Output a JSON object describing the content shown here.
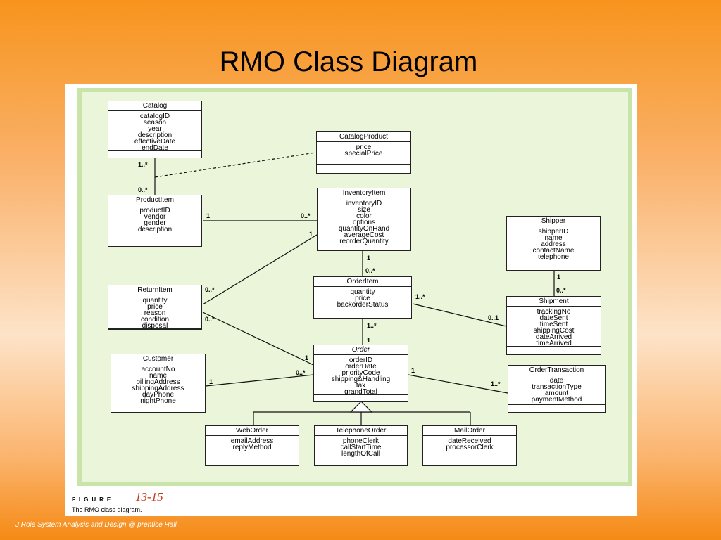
{
  "slide": {
    "title": "RMO Class Diagram",
    "footer": "J Roie System Analysis and Design @ prentice Hall"
  },
  "figure": {
    "label": "FIGURE",
    "number": "13-15",
    "caption": "The RMO class diagram."
  },
  "classes": {
    "catalog": {
      "name": "Catalog",
      "attributes": [
        "catalogID",
        "season",
        "year",
        "description",
        "effectiveDate",
        "endDate"
      ]
    },
    "catalog_product": {
      "name": "CatalogProduct",
      "attributes": [
        "price",
        "specialPrice"
      ]
    },
    "product_item": {
      "name": "ProductItem",
      "attributes": [
        "productID",
        "vendor",
        "gender",
        "description"
      ]
    },
    "inventory_item": {
      "name": "InventoryItem",
      "attributes": [
        "inventoryID",
        "size",
        "color",
        "options",
        "quantityOnHand",
        "averageCost",
        "reorderQuantity"
      ]
    },
    "shipper": {
      "name": "Shipper",
      "attributes": [
        "shipperID",
        "name",
        "address",
        "contactName",
        "telephone"
      ]
    },
    "return_item": {
      "name": "ReturnItem",
      "attributes": [
        "quantity",
        "price",
        "reason",
        "condition",
        "disposal"
      ]
    },
    "order_item": {
      "name": "OrderItem",
      "attributes": [
        "quantity",
        "price",
        "backorderStatus"
      ]
    },
    "shipment": {
      "name": "Shipment",
      "attributes": [
        "trackingNo",
        "dateSent",
        "timeSent",
        "shippingCost",
        "dateArrived",
        "timeArrived"
      ]
    },
    "customer": {
      "name": "Customer",
      "attributes": [
        "accountNo",
        "name",
        "billingAddress",
        "shippingAddress",
        "dayPhone",
        "nightPhone"
      ]
    },
    "order": {
      "name": "Order",
      "attributes": [
        "orderID",
        "orderDate",
        "priorityCode",
        "shipping&Handling",
        "tax",
        "grandTotal"
      ]
    },
    "order_transaction": {
      "name": "OrderTransaction",
      "attributes": [
        "date",
        "transactionType",
        "amount",
        "paymentMethod"
      ]
    },
    "web_order": {
      "name": "WebOrder",
      "attributes": [
        "emailAddress",
        "replyMethod"
      ]
    },
    "telephone_order": {
      "name": "TelephoneOrder",
      "attributes": [
        "phoneClerk",
        "callStartTime",
        "lengthOfCall"
      ]
    },
    "mail_order": {
      "name": "MailOrder",
      "attributes": [
        "dateReceived",
        "processorClerk"
      ]
    }
  },
  "multiplicities": {
    "catalog_product_item_top": "1..*",
    "catalog_product_item_bottom": "0..*",
    "product_inventory_left": "1",
    "product_inventory_right": "0..*",
    "inventory_return": "1",
    "return_inventory": "0..*",
    "inventory_orderitem_top": "1",
    "inventory_orderitem_bottom": "0..*",
    "return_order_left": "0..*",
    "return_order_right": "1",
    "shipper_shipment_top": "1",
    "shipper_shipment_bottom": "0..*",
    "orderitem_shipment_left": "1..*",
    "orderitem_shipment_right": "0..1",
    "orderitem_order_top": "1..*",
    "orderitem_order_bottom": "1",
    "customer_order_left": "1",
    "customer_order_right": "0..*",
    "order_transaction_left": "1",
    "order_transaction_right": "1..*"
  }
}
